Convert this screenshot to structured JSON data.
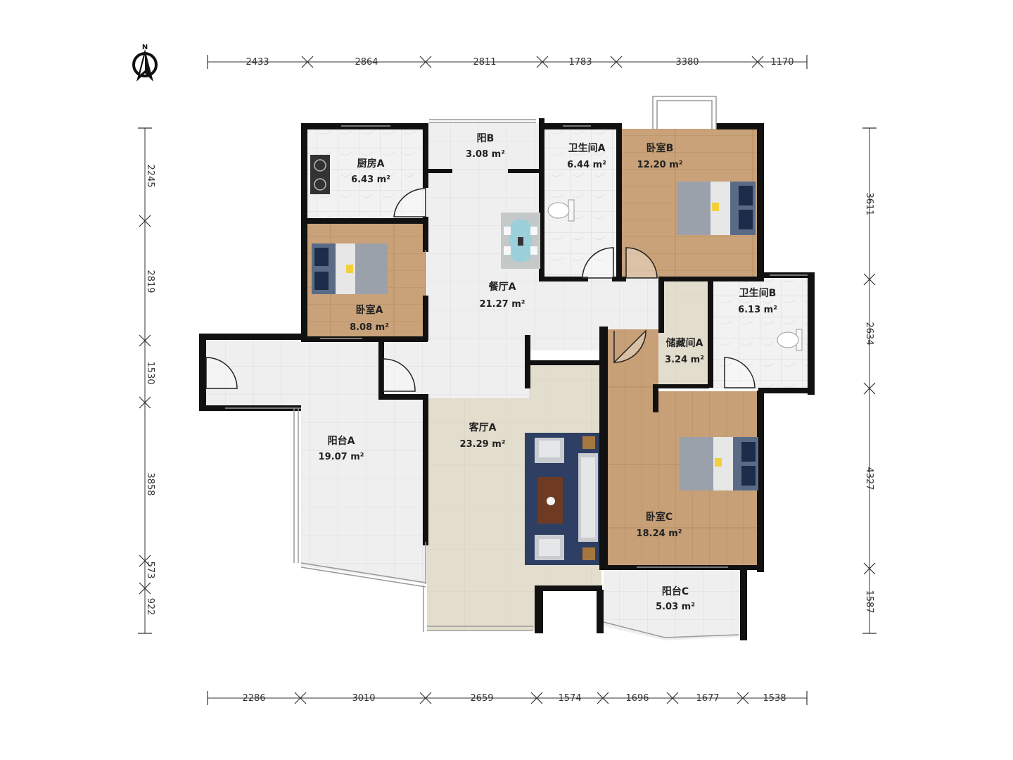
{
  "compass": {
    "label": "N"
  },
  "dimensions": {
    "top": [
      "2433",
      "2864",
      "2811",
      "1783",
      "3380",
      "1170"
    ],
    "bottom": [
      "2286",
      "3010",
      "2659",
      "1574",
      "1696",
      "1677",
      "1538"
    ],
    "left": [
      "2245",
      "2819",
      "1530",
      "3858",
      "573",
      "922"
    ],
    "right": [
      "3611",
      "2634",
      "4327",
      "1587"
    ]
  },
  "rooms": {
    "kitchen_a": {
      "name": "厨房A",
      "area": "6.43 m²"
    },
    "balcony_b": {
      "name": "阳B",
      "area": "3.08 m²"
    },
    "bath_a": {
      "name": "卫生间A",
      "area": "6.44 m²"
    },
    "bedroom_b": {
      "name": "卧室B",
      "area": "12.20 m²"
    },
    "bedroom_a": {
      "name": "卧室A",
      "area": "8.08 m²"
    },
    "dining_a": {
      "name": "餐厅A",
      "area": "21.27 m²"
    },
    "bath_b": {
      "name": "卫生间B",
      "area": "6.13 m²"
    },
    "storage_a": {
      "name": "储藏间A",
      "area": "3.24 m²"
    },
    "balcony_a": {
      "name": "阳台A",
      "area": "19.07 m²"
    },
    "living_a": {
      "name": "客厅A",
      "area": "23.29 m²"
    },
    "bedroom_c": {
      "name": "卧室C",
      "area": "18.24 m²"
    },
    "balcony_c": {
      "name": "阳台C",
      "area": "5.03 m²"
    }
  },
  "colors": {
    "wall": "#111111",
    "wood": "#c9a279",
    "tile": "#eeeeee",
    "carpet": "#e1dbcb",
    "rug": "#2e3f63",
    "dim_line": "#333333"
  }
}
